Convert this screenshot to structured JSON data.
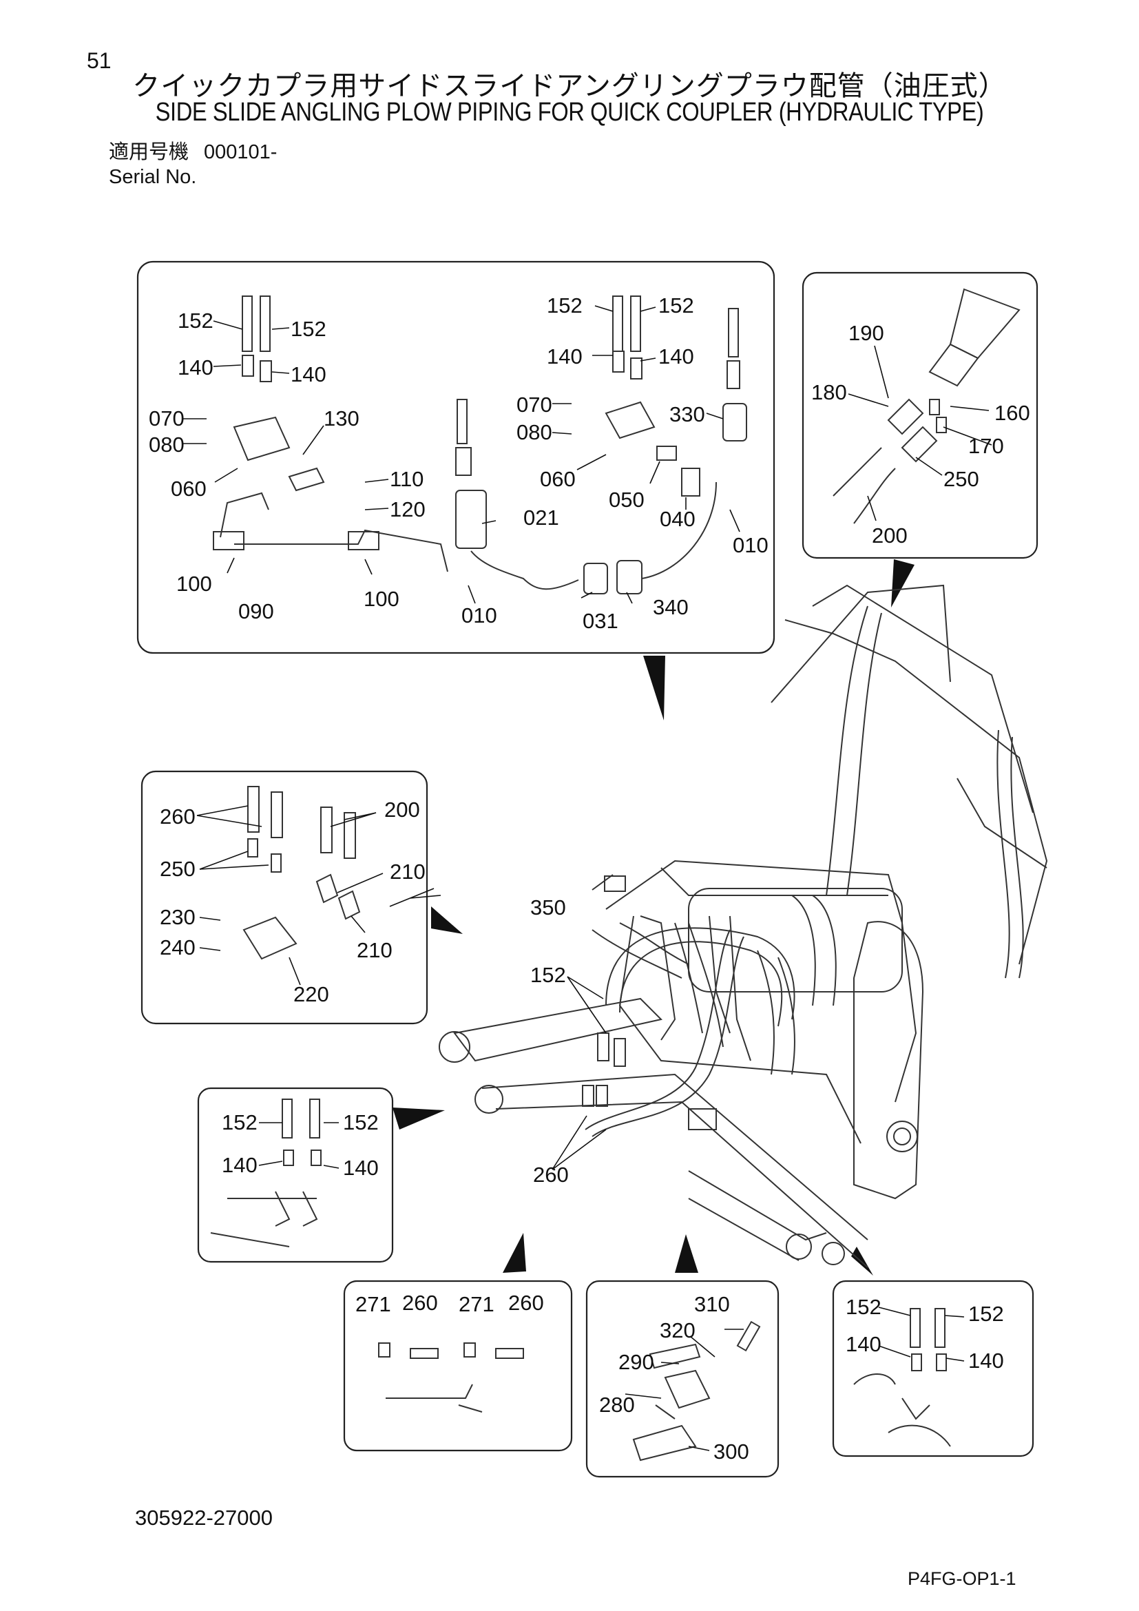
{
  "page_number": "51",
  "title_jp": "クイックカプラ用サイドスライドアングリングプラウ配管（油圧式）",
  "title_en": "SIDE SLIDE ANGLING PLOW PIPING FOR QUICK COUPLER (HYDRAULIC TYPE)",
  "serial": {
    "label_jp": "適用号機",
    "value": "000101-",
    "label_en": "Serial No."
  },
  "document_number": "305922-27000",
  "sheet_id": "P4FG-OP1-1",
  "part_callouts": {
    "box1": [
      "152",
      "152",
      "140",
      "140",
      "070",
      "080",
      "060",
      "130",
      "110",
      "120",
      "100",
      "090",
      "100",
      "010",
      "021",
      "152",
      "152",
      "140",
      "140",
      "070",
      "080",
      "060",
      "050",
      "040",
      "330",
      "010",
      "031",
      "340"
    ],
    "box2": [
      "190",
      "180",
      "160",
      "170",
      "250",
      "200"
    ],
    "box3": [
      "260",
      "200",
      "250",
      "210",
      "230",
      "240",
      "210",
      "220"
    ],
    "box4": [
      "152",
      "152",
      "140",
      "140"
    ],
    "box5": [
      "271",
      "260",
      "271",
      "260"
    ],
    "box6": [
      "310",
      "320",
      "290",
      "280",
      "300"
    ],
    "box7": [
      "152",
      "152",
      "140",
      "140"
    ],
    "main": [
      "350",
      "152",
      "260"
    ]
  }
}
